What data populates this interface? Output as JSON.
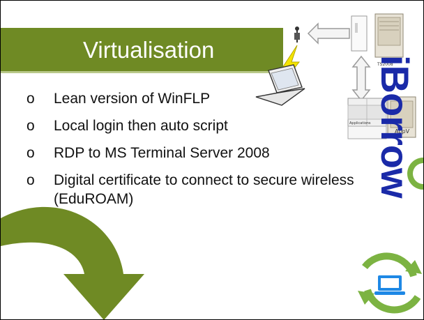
{
  "slide": {
    "title": "Virtualisation",
    "bullets": [
      {
        "marker": "o",
        "text": "Lean version of WinFLP"
      },
      {
        "marker": "o",
        "text": "Local login then auto script"
      },
      {
        "marker": "o",
        "text": "RDP to MS Terminal Server 2008"
      },
      {
        "marker": "o",
        "text": "Digital certificate to connect to secure wireless (EduROAM)"
      }
    ],
    "brand_vertical": "iBorrow"
  },
  "diagram": {
    "labels": {
      "server_label": "TS2008",
      "app_server_label": "AppV",
      "applications_label": "Applications"
    }
  },
  "colors": {
    "title_bar": "#6f8a24",
    "arrow_green": "#6f8a24",
    "brand_blue": "#1a2aa8",
    "cycle_green": "#7cb342",
    "cycle_blue": "#1e88e5"
  }
}
